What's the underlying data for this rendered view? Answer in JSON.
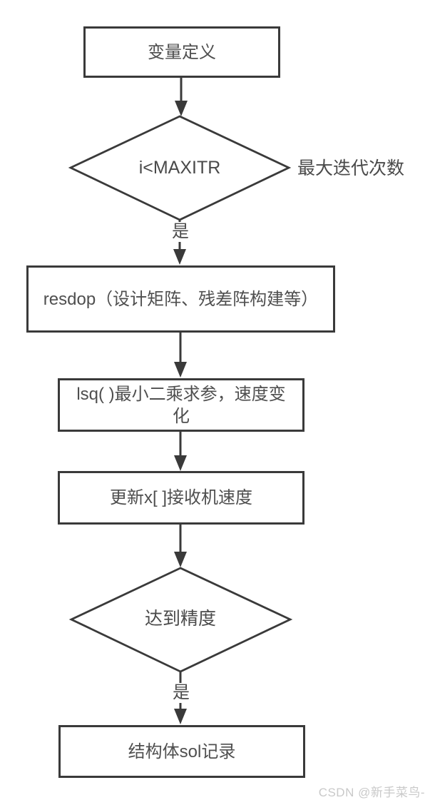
{
  "nodes": {
    "define": "变量定义",
    "iter_check": "i<MAXITR",
    "iter_note": "最大迭代次数",
    "resdop": "resdop（设计矩阵、残差阵构建等）",
    "lsq": "lsq( )最小二乘求参，速度变化",
    "update_x": "更新x[ ]接收机速度",
    "precision_check": "达到精度",
    "record": "结构体sol记录"
  },
  "edge_labels": {
    "iter_yes": "是",
    "precision_yes": "是"
  },
  "watermark": "CSDN @新手菜鸟-",
  "colors": {
    "line": "#3a3a3a",
    "text": "#4a4a4a",
    "watermark": "#c9c9c9",
    "background": "#ffffff"
  }
}
